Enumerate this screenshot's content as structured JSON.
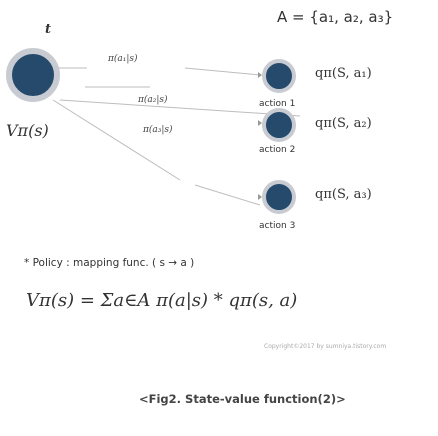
{
  "action_set": "A = {a₁, a₂, a₃}",
  "time_label": "t",
  "state_value": "Vπ(s)",
  "edges": [
    {
      "policy": "π(a₁|s)",
      "action": "action 1",
      "q": "qπ(S, a₁)"
    },
    {
      "policy": "π(a₂|s)",
      "action": "action 2",
      "q": "qπ(S, a₂)"
    },
    {
      "policy": "π(a₃|s)",
      "action": "action 3",
      "q": "qπ(S, a₃)"
    }
  ],
  "policy_note": "* Policy : mapping func. ( s → a )",
  "formula": "Vπ(s) = Σa∈A  π(a|s)  *  qπ(s, a)",
  "copyright": "Copyright©2017 by sumniya.tistory.com",
  "caption": "<Fig2. State-value function(2)>",
  "colors": {
    "state_node": "#264a6b",
    "state_ring": "#c8ccd2",
    "action_node": "#264a6b",
    "action_ring": "#c8ccd2"
  }
}
